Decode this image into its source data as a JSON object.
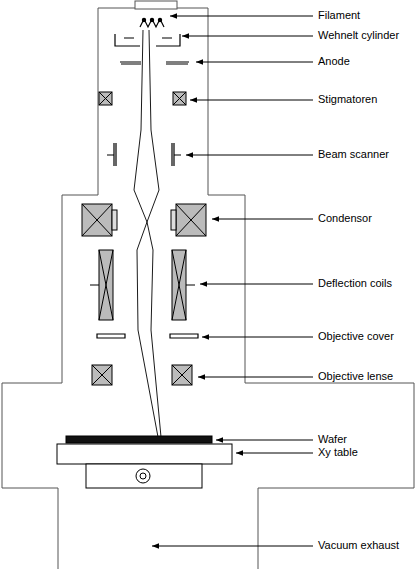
{
  "diagram": {
    "labels": [
      "Filament",
      "Wehnelt cylinder",
      "Anode",
      "Stigmatoren",
      "Beam scanner",
      "Condensor",
      "Deflection coils",
      "Objective cover",
      "Objective lense",
      "Wafer",
      "Xy table",
      "Vacuum exhaust"
    ]
  }
}
